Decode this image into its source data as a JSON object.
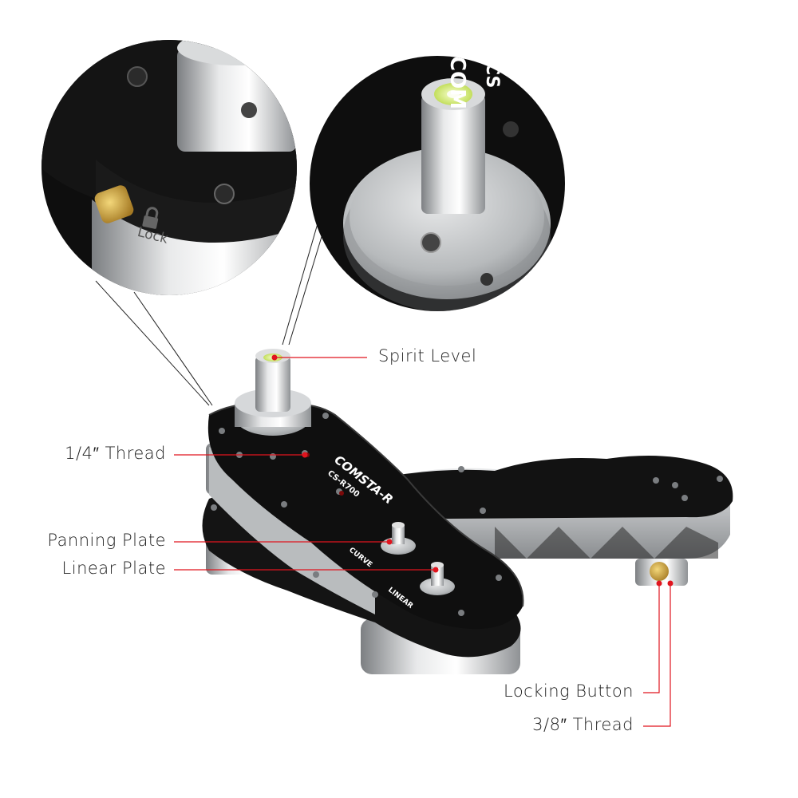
{
  "callouts": {
    "spirit_level": "Spirit Level",
    "quarter_thread": "1/4″ Thread",
    "panning_plate": "Panning Plate",
    "linear_plate": "Linear Plate",
    "locking_button": "Locking Button",
    "three_eighths_thread": "3/8″ Thread"
  },
  "product": {
    "brand_text": "COMSTA-R",
    "model_text": "CS-R700",
    "curve_label": "CURVE",
    "linear_label": "LINEAR",
    "zoom_lock_label": "Lock",
    "zoom_brand_text": "COM",
    "zoom_model_text": "CS"
  },
  "colors": {
    "callout_line": "#e0141e",
    "callout_dot": "#e0141e",
    "plate_black": "#111111",
    "metal": "#c9cbcd"
  }
}
